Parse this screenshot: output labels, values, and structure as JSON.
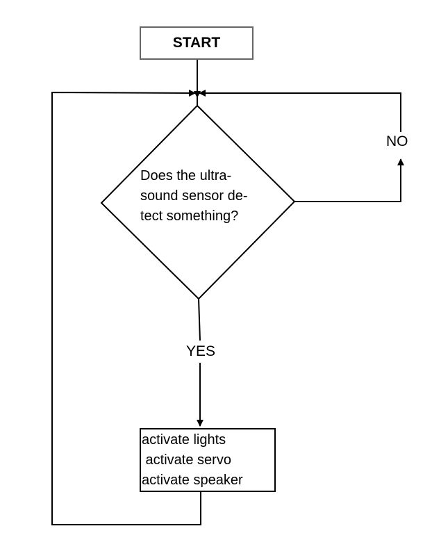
{
  "flowchart": {
    "start_label": "START",
    "decision": {
      "lines": [
        "Does the ultra-",
        "sound sensor de-",
        "tect something?"
      ]
    },
    "no_label": "NO",
    "yes_label": "YES",
    "action": {
      "lines": [
        "activate lights",
        " activate servo",
        "activate speaker"
      ]
    }
  }
}
